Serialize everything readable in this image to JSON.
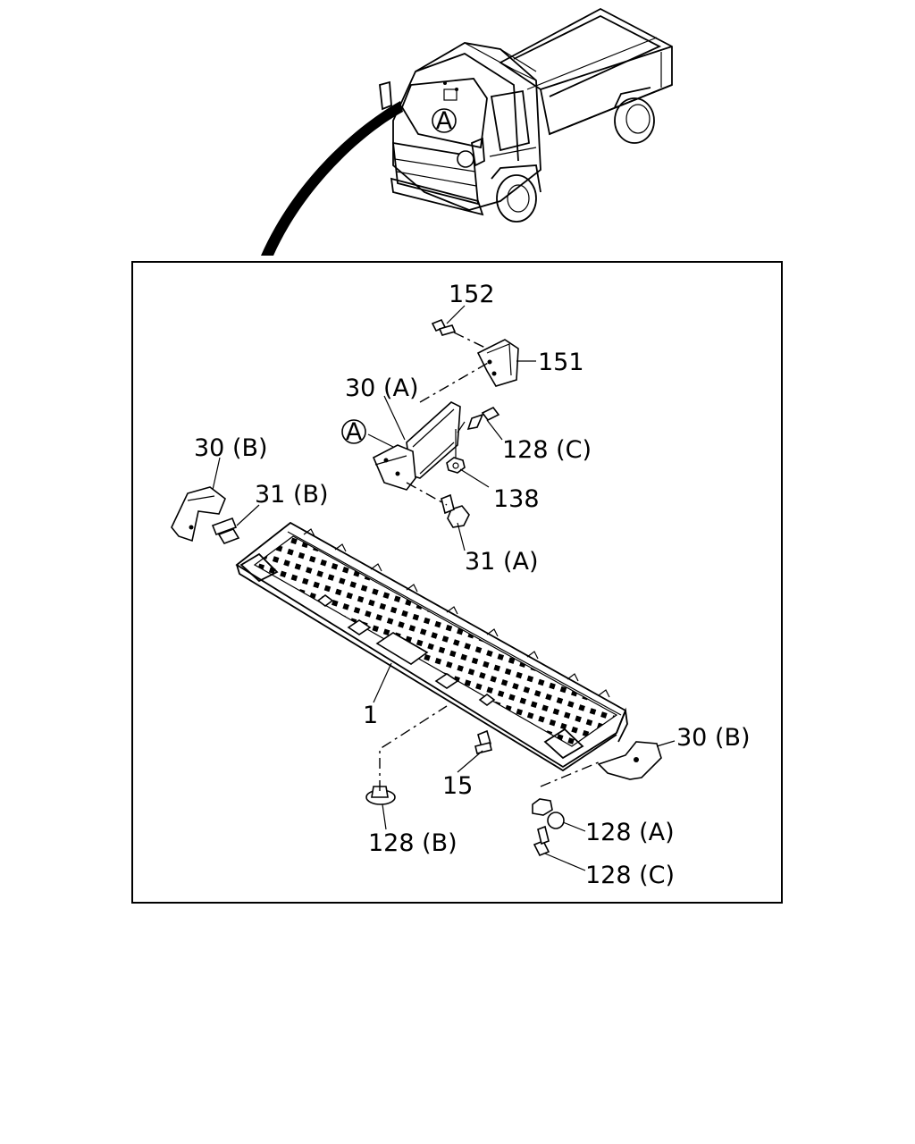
{
  "truck_callout": "A",
  "detail_callout": "A",
  "labels": {
    "p152": "152",
    "p151": "151",
    "p30A": "30 (A)",
    "p128C_top": "128 (C)",
    "p30B_left": "30 (B)",
    "p31B": "31 (B)",
    "p138": "138",
    "p31A": "31 (A)",
    "p1": "1",
    "p30B_right": "30 (B)",
    "p15": "15",
    "p128A": "128 (A)",
    "p128B": "128 (B)",
    "p128C_bottom": "128 (C)"
  }
}
